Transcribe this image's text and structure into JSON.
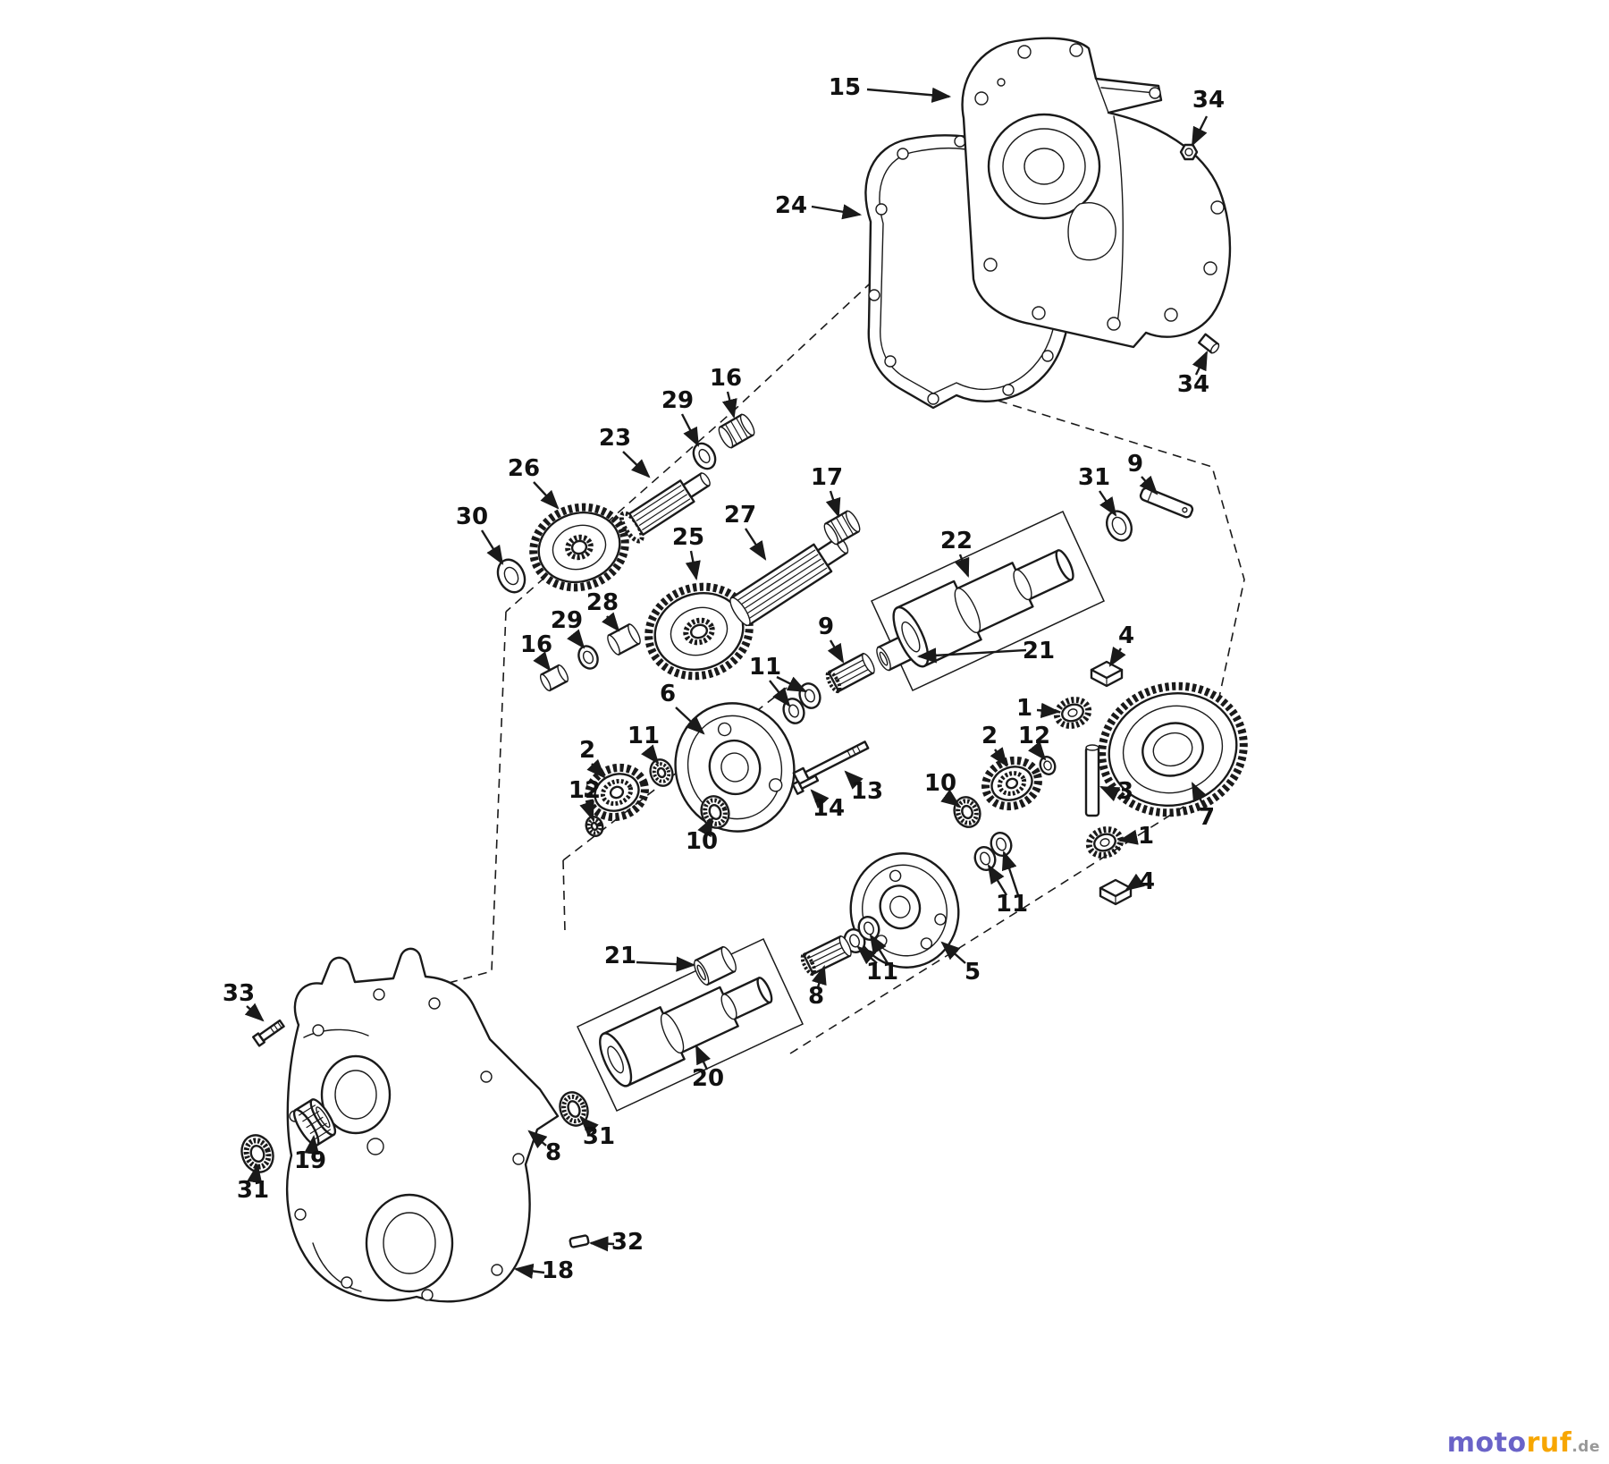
{
  "colors": {
    "ink": "#1a1a1a",
    "background": "#ffffff",
    "watermark_blue": "#6a63c8",
    "watermark_orange": "#f7a600",
    "watermark_gray": "#999999"
  },
  "watermark": {
    "moto": "moto",
    "ruf": "ruf",
    "tld": ".de"
  },
  "diagram": {
    "callouts": [
      {
        "label": "15"
      },
      {
        "label": "34"
      },
      {
        "label": "24"
      },
      {
        "label": "34"
      },
      {
        "label": "16"
      },
      {
        "label": "29"
      },
      {
        "label": "23"
      },
      {
        "label": "26"
      },
      {
        "label": "30"
      },
      {
        "label": "17"
      },
      {
        "label": "31"
      },
      {
        "label": "9"
      },
      {
        "label": "27"
      },
      {
        "label": "25"
      },
      {
        "label": "22"
      },
      {
        "label": "28"
      },
      {
        "label": "29"
      },
      {
        "label": "16"
      },
      {
        "label": "9"
      },
      {
        "label": "21"
      },
      {
        "label": "4"
      },
      {
        "label": "11"
      },
      {
        "label": "6"
      },
      {
        "label": "1"
      },
      {
        "label": "2"
      },
      {
        "label": "11"
      },
      {
        "label": "2"
      },
      {
        "label": "12"
      },
      {
        "label": "12"
      },
      {
        "label": "3"
      },
      {
        "label": "13"
      },
      {
        "label": "14"
      },
      {
        "label": "10"
      },
      {
        "label": "10"
      },
      {
        "label": "1"
      },
      {
        "label": "7"
      },
      {
        "label": "11"
      },
      {
        "label": "4"
      },
      {
        "label": "21"
      },
      {
        "label": "11"
      },
      {
        "label": "5"
      },
      {
        "label": "8"
      },
      {
        "label": "33"
      },
      {
        "label": "20"
      },
      {
        "label": "31"
      },
      {
        "label": "8"
      },
      {
        "label": "19"
      },
      {
        "label": "31"
      },
      {
        "label": "32"
      },
      {
        "label": "18"
      }
    ]
  }
}
